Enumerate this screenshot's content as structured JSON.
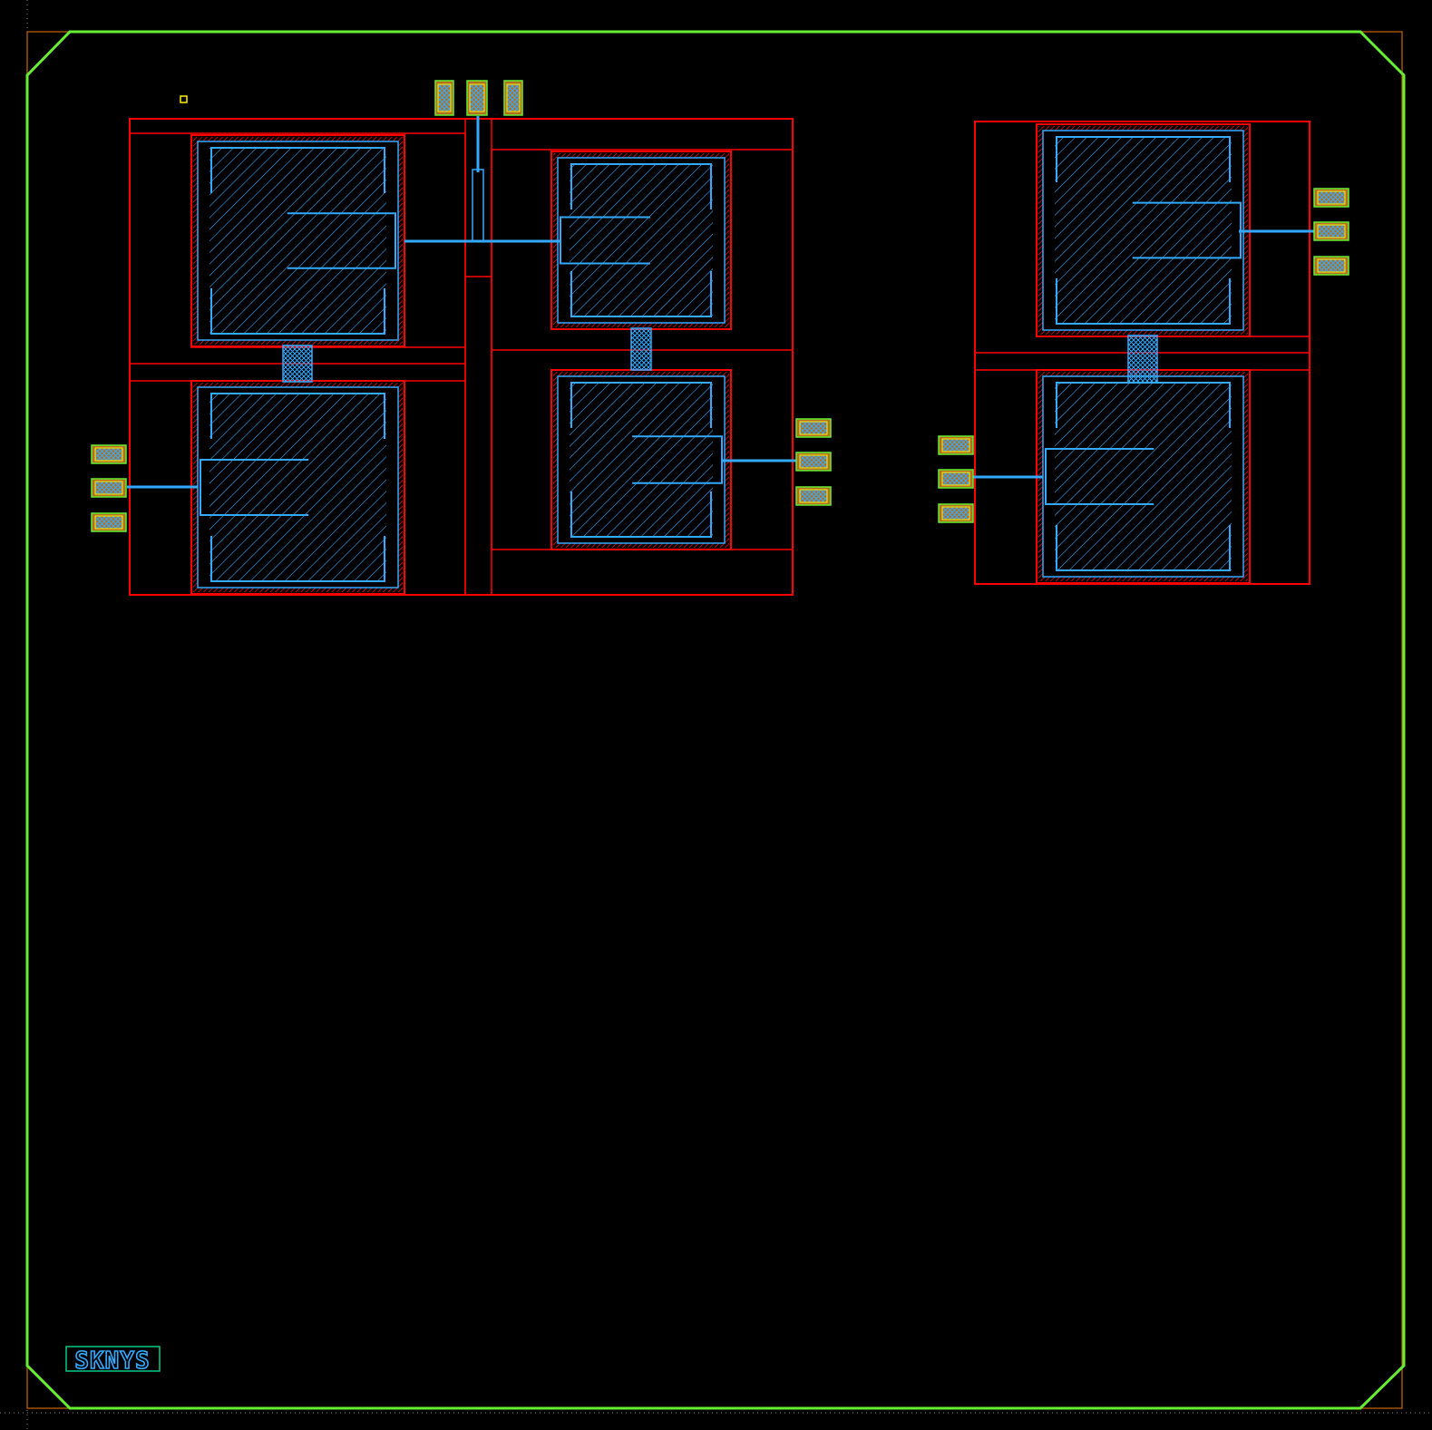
{
  "canvas": {
    "background": "#000000"
  },
  "colors": {
    "boundary": "#66ee33",
    "cell_outline": "#ff0000",
    "metal": "#33aaff",
    "via_outline": "#ffee00",
    "pad_fill": "#b07020",
    "corner_marker": "#cc6600",
    "label": "#33aaff"
  },
  "layers": [
    {
      "name": "chip-boundary",
      "color": "#66ee33"
    },
    {
      "name": "device-outline",
      "color": "#ff0000"
    },
    {
      "name": "metal-routing",
      "color": "#33aaff"
    },
    {
      "name": "contact-via",
      "color": "#ffee00"
    }
  ],
  "devices": {
    "count": 6,
    "groups": [
      {
        "name": "left-stack",
        "devices": 2
      },
      {
        "name": "center-stack",
        "devices": 2
      },
      {
        "name": "right-stack",
        "devices": 2
      }
    ]
  },
  "contacts": {
    "pad_count": 15
  },
  "logo": {
    "text": "SKNYS"
  }
}
